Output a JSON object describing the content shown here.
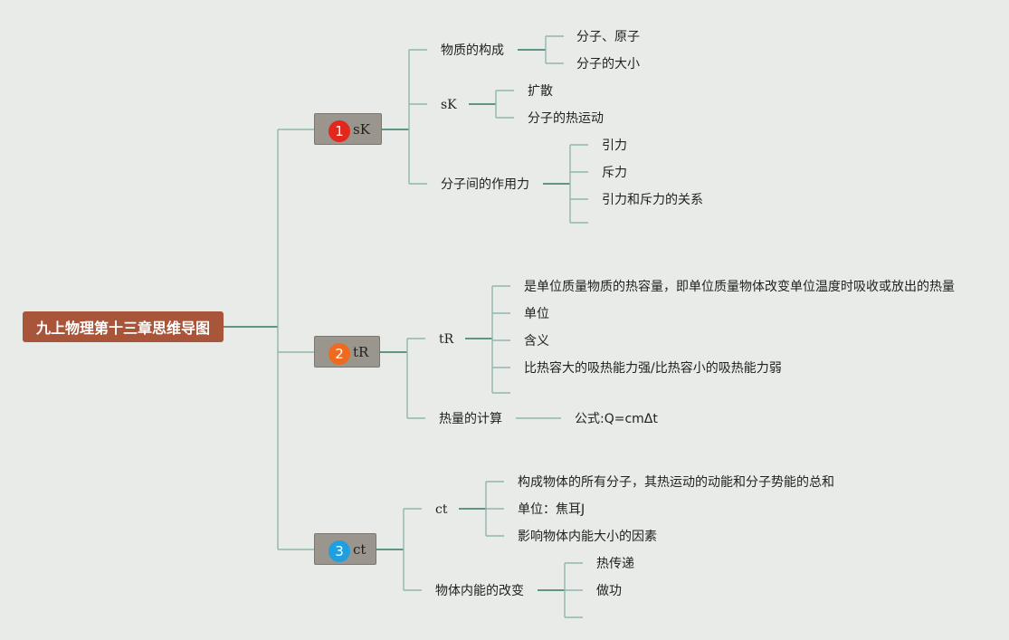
{
  "root": {
    "label": "九上物理第十三章思维导图"
  },
  "topics": [
    {
      "badge": "1",
      "badge_color": "#e3271c",
      "label": "sK",
      "subs": [
        {
          "label": "物质的构成",
          "items": [
            "分子、原子",
            "分子的大小"
          ]
        },
        {
          "label": "sK",
          "items": [
            "扩散",
            "分子的热运动"
          ]
        },
        {
          "label": "分子间的作用力",
          "items": [
            "引力",
            "斥力",
            "引力和斥力的关系",
            ""
          ]
        }
      ]
    },
    {
      "badge": "2",
      "badge_color": "#ee6a1e",
      "label": "tR",
      "subs": [
        {
          "label": "tR",
          "items": [
            "是单位质量物质的热容量，即单位质量物体改变单位温度时吸收或放出的热量",
            "单位",
            "含义",
            "比热容大的吸热能力强/比热容小的吸热能力弱",
            ""
          ]
        },
        {
          "label": "热量的计算",
          "items": [
            "公式:Q=cmΔt"
          ]
        }
      ]
    },
    {
      "badge": "3",
      "badge_color": "#1f9fe0",
      "label": "ct",
      "subs": [
        {
          "label": "ct",
          "items": [
            "构成物体的所有分子，其热运动的动能和分子势能的总和",
            "单位：焦耳J",
            "影响物体内能大小的因素"
          ]
        },
        {
          "label": "物体内能的改变",
          "items": [
            "热传递",
            "做功",
            ""
          ]
        }
      ]
    }
  ]
}
